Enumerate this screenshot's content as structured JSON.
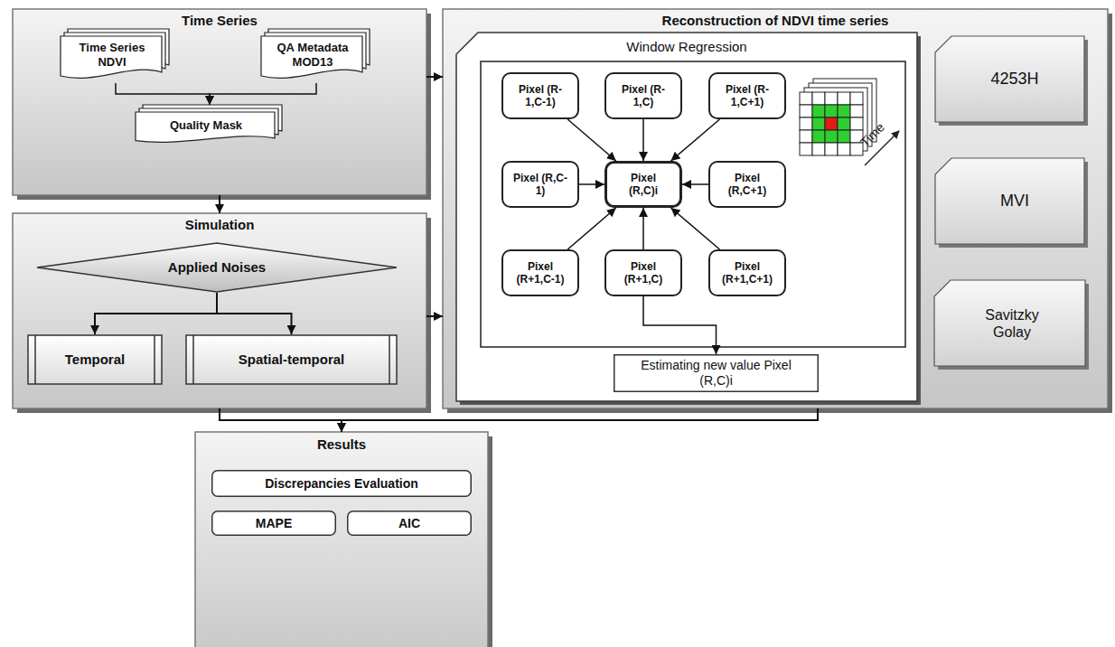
{
  "diagram": {
    "nodes": [
      {
        "text": [
          "Time Series"
        ]
      },
      {
        "text": [
          "Time Series NDVI"
        ],
        "in": 0
      },
      {
        "text": [
          "QA Metadata MOD13"
        ],
        "in": 0
      },
      {
        "text": [
          "Quality Mask"
        ],
        "in": 0
      },
      {
        "text": [
          "Simulation"
        ]
      },
      {
        "text": [
          "Applied Noises"
        ],
        "in": 4
      },
      {
        "text": [
          "Temporal"
        ],
        "in": 4
      },
      {
        "text": [
          "Spatial-temporal"
        ],
        "in": 4
      },
      {
        "text": [
          "Reconstruction of NDVI time series"
        ]
      },
      {
        "text": [
          "Window Regression"
        ],
        "in": 8
      },
      {
        "text": [
          "Pixel (R-1,C-1)"
        ],
        "in": 9
      },
      {
        "text": [
          "Pixel (R-1,C)"
        ],
        "in": 9
      },
      {
        "text": [
          "Pixel (R-1,C+1)"
        ],
        "in": 9
      },
      {
        "text": [
          "Pixel (R,C-1)"
        ],
        "in": 9
      },
      {
        "text": [
          "Pixel (R,C)i"
        ],
        "in": 9
      },
      {
        "text": [
          "Pixel (R,C+1)"
        ],
        "in": 9
      },
      {
        "text": [
          "Pixel (R+1,C-1)"
        ],
        "in": 9
      },
      {
        "text": [
          "Pixel (R+1,C)"
        ],
        "in": 9
      },
      {
        "text": [
          "Pixel (R+1,C+1)"
        ],
        "in": 9
      },
      {
        "text": [
          "Estimating new value Pixel (R,C)i"
        ],
        "in": 9
      },
      {
        "text": [
          "4253H"
        ],
        "in": 8
      },
      {
        "text": [
          "MVI"
        ],
        "in": 8
      },
      {
        "text": [
          "Savitzky Golay"
        ],
        "in": 8
      },
      {
        "text": [
          "Results"
        ]
      },
      {
        "text": [
          "Discrepancies Evaluation"
        ],
        "in": 23
      },
      {
        "text": [
          "MAPE"
        ],
        "in": 23
      },
      {
        "text": [
          "AIC"
        ],
        "in": 23
      }
    ],
    "edges": [
      {
        "from": 1,
        "to": 3,
        "arrow": "to"
      },
      {
        "from": 2,
        "to": 3,
        "arrow": "to"
      },
      {
        "from": 0,
        "to": 4,
        "arrow": "to"
      },
      {
        "from": 0,
        "to": 8,
        "arrow": "to"
      },
      {
        "from": 4,
        "to": 8,
        "arrow": "to"
      },
      {
        "from": 5,
        "to": 6,
        "arrow": "to"
      },
      {
        "from": 5,
        "to": 7,
        "arrow": "to"
      },
      {
        "from": 10,
        "to": 14,
        "arrow": "to"
      },
      {
        "from": 11,
        "to": 14,
        "arrow": "to"
      },
      {
        "from": 12,
        "to": 14,
        "arrow": "to"
      },
      {
        "from": 13,
        "to": 14,
        "arrow": "to"
      },
      {
        "from": 15,
        "to": 14,
        "arrow": "to"
      },
      {
        "from": 16,
        "to": 14,
        "arrow": "to"
      },
      {
        "from": 17,
        "to": 14,
        "arrow": "to"
      },
      {
        "from": 18,
        "to": 14,
        "arrow": "to"
      },
      {
        "from": 17,
        "to": 19,
        "arrow": "to"
      },
      {
        "from": 4,
        "to": 23,
        "arrow": "to"
      },
      {
        "from": 8,
        "to": 23,
        "arrow": "to"
      }
    ],
    "labels": [
      "Time"
    ]
  }
}
